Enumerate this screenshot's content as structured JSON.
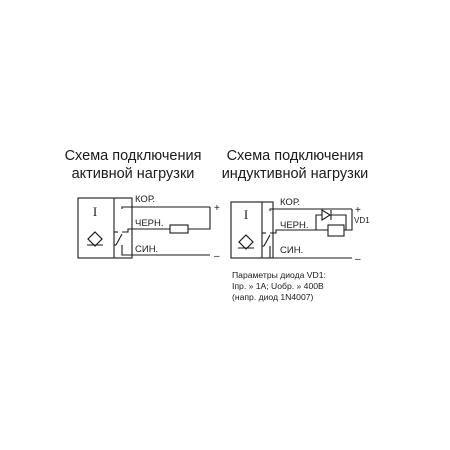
{
  "left_schema": {
    "title_line1": "Схема подключения",
    "title_line2": "активной нагрузки",
    "wire_brown": "КОР.",
    "wire_black": "ЧЕРН.",
    "wire_blue": "СИН.",
    "plus": "+",
    "minus": "–",
    "sensor_symbol": "I"
  },
  "right_schema": {
    "title_line1": "Схема подключения",
    "title_line2": "индуктивной нагрузки",
    "wire_brown": "КОР.",
    "wire_black": "ЧЕРН.",
    "wire_blue": "СИН.",
    "plus": "+",
    "minus": "–",
    "diode_label": "VD1",
    "sensor_symbol": "I"
  },
  "diode_params": {
    "line1": "Параметры диода VD1:",
    "line2": "Iпр. » 1А; Uобр. » 400В",
    "line3": "(напр. диод 1N4007)"
  },
  "colors": {
    "line": "#1a1a1a",
    "background": "#ffffff"
  }
}
